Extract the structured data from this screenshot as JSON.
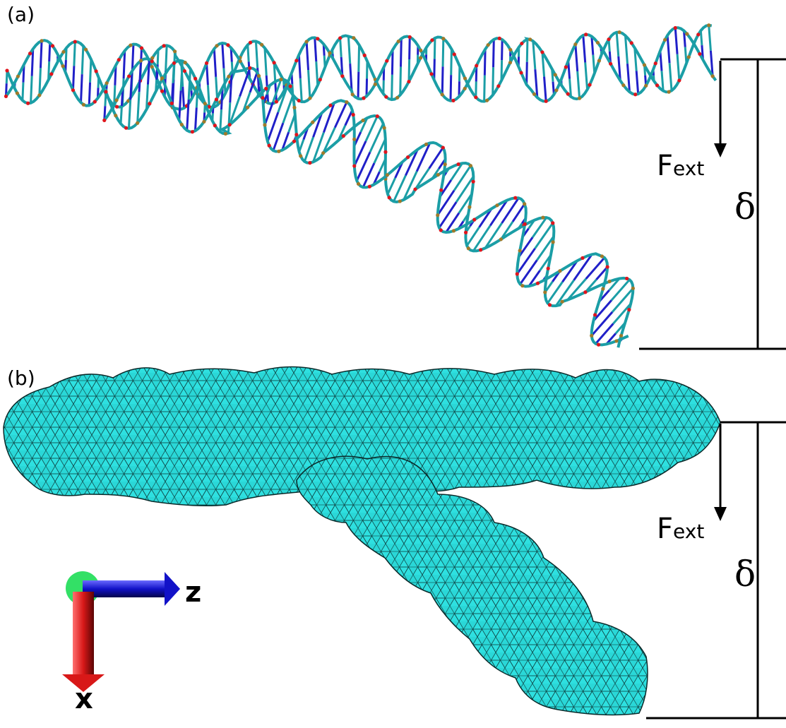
{
  "panels": [
    {
      "label": "(a)",
      "force_main": "F",
      "force_sub": "ext",
      "delta": "δ"
    },
    {
      "label": "(b)",
      "force_main": "F",
      "force_sub": "ext",
      "delta": "δ"
    }
  ],
  "axes": {
    "z_label": "z",
    "x_label": "x"
  },
  "colors": {
    "carbon": "#1b9ea6",
    "oxygen": "#e0141c",
    "nitrogen": "#2020c8",
    "phosphorus": "#a07a2a",
    "mesh_fill": "#2ee0e0",
    "mesh_edge": "#0a2a2a",
    "arrow_z": "#1212c8",
    "arrow_x": "#d81818",
    "axis_origin": "#33e066"
  }
}
